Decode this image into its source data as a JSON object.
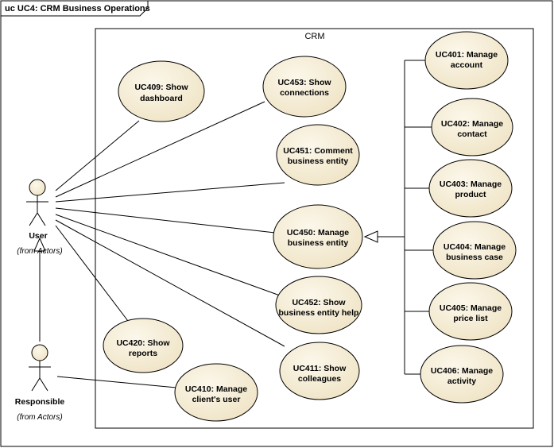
{
  "diagram": {
    "frame_title": "uc UC4: CRM Business Operations",
    "boundary_title": "CRM",
    "colors": {
      "ellipse_fill": "#f3ead2",
      "ellipse_stroke": "#000000",
      "line": "#000000",
      "background": "#ffffff"
    }
  },
  "actors": {
    "user": {
      "name": "User",
      "from": "(from Actors)"
    },
    "responsible": {
      "name": "Responsible",
      "from": "(from Actors)"
    }
  },
  "use_cases": {
    "uc409": {
      "line1": "UC409: Show",
      "line2": "dashboard"
    },
    "uc453": {
      "line1": "UC453: Show",
      "line2": "connections"
    },
    "uc451": {
      "line1": "UC451: Comment",
      "line2": "business entity"
    },
    "uc450": {
      "line1": "UC450: Manage",
      "line2": "business entity"
    },
    "uc452": {
      "line1": "UC452: Show",
      "line2": "business entity help"
    },
    "uc420": {
      "line1": "UC420: Show",
      "line2": "reports"
    },
    "uc411": {
      "line1": "UC411: Show",
      "line2": "colleagues"
    },
    "uc410": {
      "line1": "UC410: Manage",
      "line2": "client's user"
    },
    "uc401": {
      "line1": "UC401: Manage",
      "line2": "account"
    },
    "uc402": {
      "line1": "UC402: Manage",
      "line2": "contact"
    },
    "uc403": {
      "line1": "UC403: Manage",
      "line2": "product"
    },
    "uc404": {
      "line1": "UC404: Manage",
      "line2": "business case"
    },
    "uc405": {
      "line1": "UC405: Manage",
      "line2": "price list"
    },
    "uc406": {
      "line1": "UC406: Manage",
      "line2": "activity"
    }
  }
}
